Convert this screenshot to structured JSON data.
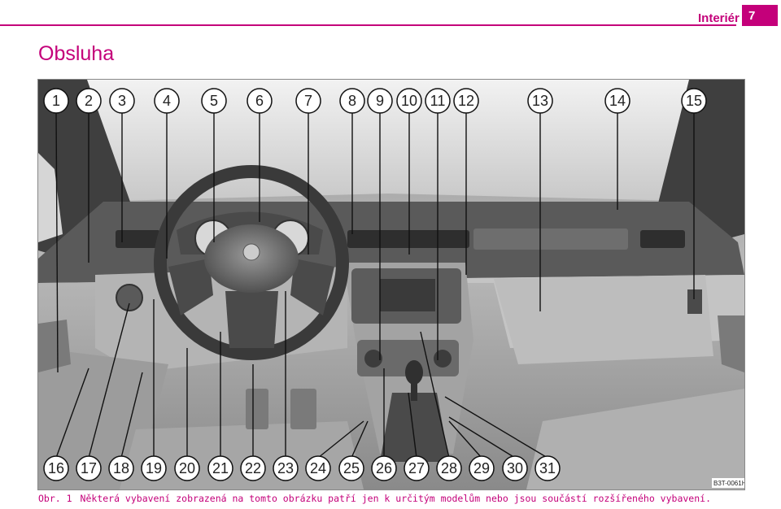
{
  "header": {
    "section": "Interiér",
    "page_number": "7"
  },
  "page_title": "Obsluha",
  "figure": {
    "reference_code": "B3T-0061H",
    "callouts": [
      "1",
      "2",
      "3",
      "4",
      "5",
      "6",
      "7",
      "8",
      "9",
      "10",
      "11",
      "12",
      "13",
      "14",
      "15",
      "16",
      "17",
      "18",
      "19",
      "20",
      "21",
      "22",
      "23",
      "24",
      "25",
      "26",
      "27",
      "28",
      "29",
      "30",
      "31"
    ]
  },
  "caption": {
    "label": "Obr. 1",
    "text": "Některá vybavení zobrazená na tomto obrázku patří jen k určitým modelům nebo jsou součástí rozšířeného vybavení."
  },
  "colors": {
    "accent": "#c4007a"
  }
}
